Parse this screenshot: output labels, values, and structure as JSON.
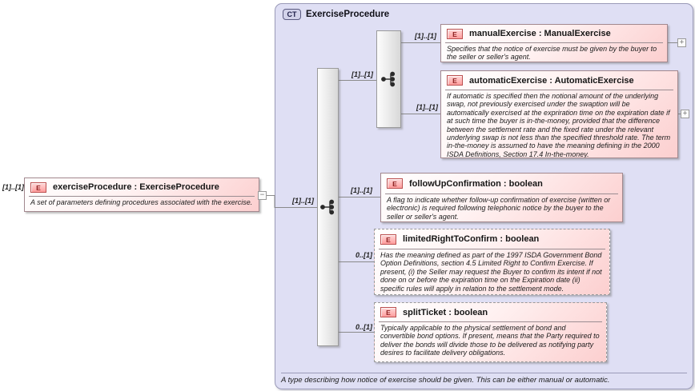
{
  "colors": {
    "container_fill": "#dfdff4",
    "container_border": "#9a9ab8",
    "element_fill": "#fccfcf",
    "element_border": "#a2888e",
    "element_badge_fill": "#ffb1b1",
    "element_badge_border": "#bb4f4f",
    "complex_type_badge_border": "#5a5a80",
    "connector_line": "#8a8a8a"
  },
  "complex_type": {
    "badge": "CT",
    "name": "ExerciseProcedure",
    "footer_annotation": "A type describing how notice of exercise should be given. This can be either manual or automatic."
  },
  "root_element": {
    "badge": "E",
    "cardinality": "[1]..[1]",
    "title": "exerciseProcedure : ExerciseProcedure",
    "annotation": "A set of parameters defining procedures associated with the exercise.",
    "collapse_icon": "−"
  },
  "compositors": {
    "sequence": {
      "cardinality": "[1]..[1]"
    },
    "choice": {
      "cardinality": "[1]..[1]"
    }
  },
  "elements": [
    {
      "badge": "E",
      "title": "manualExercise : ManualExercise",
      "cardinality": "[1]..[1]",
      "annotation": "Specifies that the notice of exercise must be given by the buyer to the seller or seller's agent.",
      "expand_icon": "+"
    },
    {
      "badge": "E",
      "title": "automaticExercise : AutomaticExercise",
      "cardinality": "[1]..[1]",
      "annotation": "If automatic is specified then the notional amount of the underlying swap, not previously exercised under the swaption will be automatically exercised at the expriration time on the expiration date if at such time the buyer is in-the-money, provided that the difference between the settlement rate and the fixed rate under the relevant underlying swap is not less than the specified threshold rate. The term in-the-money is assumed to have the meaning defining in the 2000 ISDA Definitions, Section 17.4 In-the-money.",
      "expand_icon": "+"
    },
    {
      "badge": "E",
      "title": "followUpConfirmation : boolean",
      "cardinality": "[1]..[1]",
      "annotation": "A flag to indicate whether follow-up confirmation of exercise (written or electronic) is required following telephonic notice by the buyer to the seller or seller's agent."
    },
    {
      "badge": "E",
      "title": "limitedRightToConfirm : boolean",
      "cardinality": "0..[1]",
      "annotation": "Has the meaning defined as part of the 1997 ISDA Government Bond Option Definitions, section 4.5 Limited Right to Confirm Exercise. If present, (i) the Seller may request the Buyer to confirm its intent if not done on or before the expiration time on the Expiration date (ii) specific rules will apply in relation to the settlement mode."
    },
    {
      "badge": "E",
      "title": "splitTicket : boolean",
      "cardinality": "0..[1]",
      "annotation": "Typically applicable to the physical settlement of bond and convertible bond options. If present, means that the Party required to deliver the bonds will divide those to be delivered as notifying party desires to facilitate delivery obligations."
    }
  ]
}
